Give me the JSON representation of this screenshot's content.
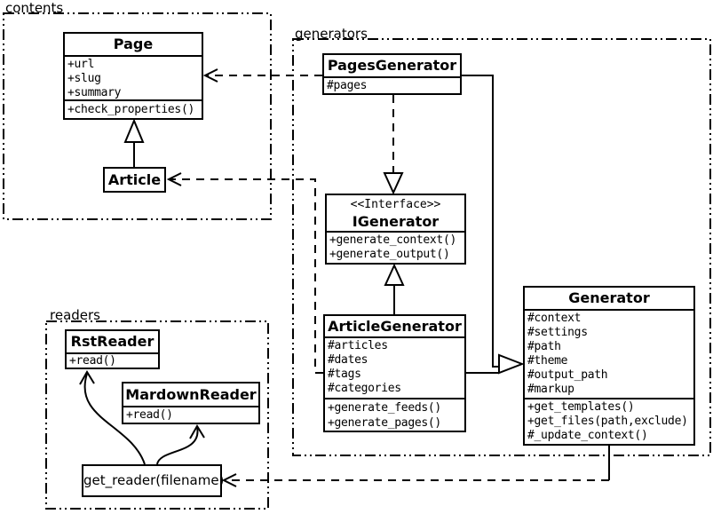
{
  "packages": {
    "contents": {
      "label": "contents"
    },
    "generators": {
      "label": "generators"
    },
    "readers": {
      "label": "readers"
    }
  },
  "classes": {
    "page": {
      "title": "Page",
      "attributes": [
        "+url",
        "+slug",
        "+summary"
      ],
      "methods": [
        "+check_properties()"
      ]
    },
    "article": {
      "title": "Article"
    },
    "pages_generator": {
      "title": "PagesGenerator",
      "attributes": [
        "#pages"
      ]
    },
    "igenerator": {
      "stereotype": "<<Interface>>",
      "title": "IGenerator",
      "methods": [
        "+generate_context()",
        "+generate_output()"
      ]
    },
    "article_generator": {
      "title": "ArticleGenerator",
      "attributes": [
        "#articles",
        "#dates",
        "#tags",
        "#categories"
      ],
      "methods": [
        "+generate_feeds()",
        "+generate_pages()"
      ]
    },
    "generator": {
      "title": "Generator",
      "attributes": [
        "#context",
        "#settings",
        "#path",
        "#theme",
        "#output_path",
        "#markup"
      ],
      "methods": [
        "+get_templates()",
        "+get_files(path,exclude)",
        "#_update_context()"
      ]
    },
    "rst_reader": {
      "title": "RstReader",
      "methods": [
        "+read()"
      ]
    },
    "mardown_reader": {
      "title": "MardownReader",
      "methods": [
        "+read()"
      ]
    },
    "get_reader": {
      "label": "get_reader(filename)"
    }
  },
  "relationships": [
    {
      "from": "PagesGenerator",
      "to": "Page",
      "type": "dependency-dashed"
    },
    {
      "from": "ArticleGenerator",
      "to": "Article",
      "type": "dependency-dashed"
    },
    {
      "from": "Article",
      "to": "Page",
      "type": "generalization"
    },
    {
      "from": "PagesGenerator",
      "to": "IGenerator",
      "type": "realization-dashed"
    },
    {
      "from": "ArticleGenerator",
      "to": "IGenerator",
      "type": "generalization"
    },
    {
      "from": "PagesGenerator",
      "to": "Generator",
      "type": "generalization"
    },
    {
      "from": "ArticleGenerator",
      "to": "Generator",
      "type": "generalization"
    },
    {
      "from": "Generator",
      "to": "get_reader(filename)",
      "type": "dependency-dashed"
    },
    {
      "from": "get_reader(filename)",
      "to": "RstReader",
      "type": "call-curve"
    },
    {
      "from": "get_reader(filename)",
      "to": "MardownReader",
      "type": "call-curve"
    }
  ],
  "colors": {
    "line": "#000000",
    "background": "#ffffff",
    "box_fill": "#ffffff"
  }
}
